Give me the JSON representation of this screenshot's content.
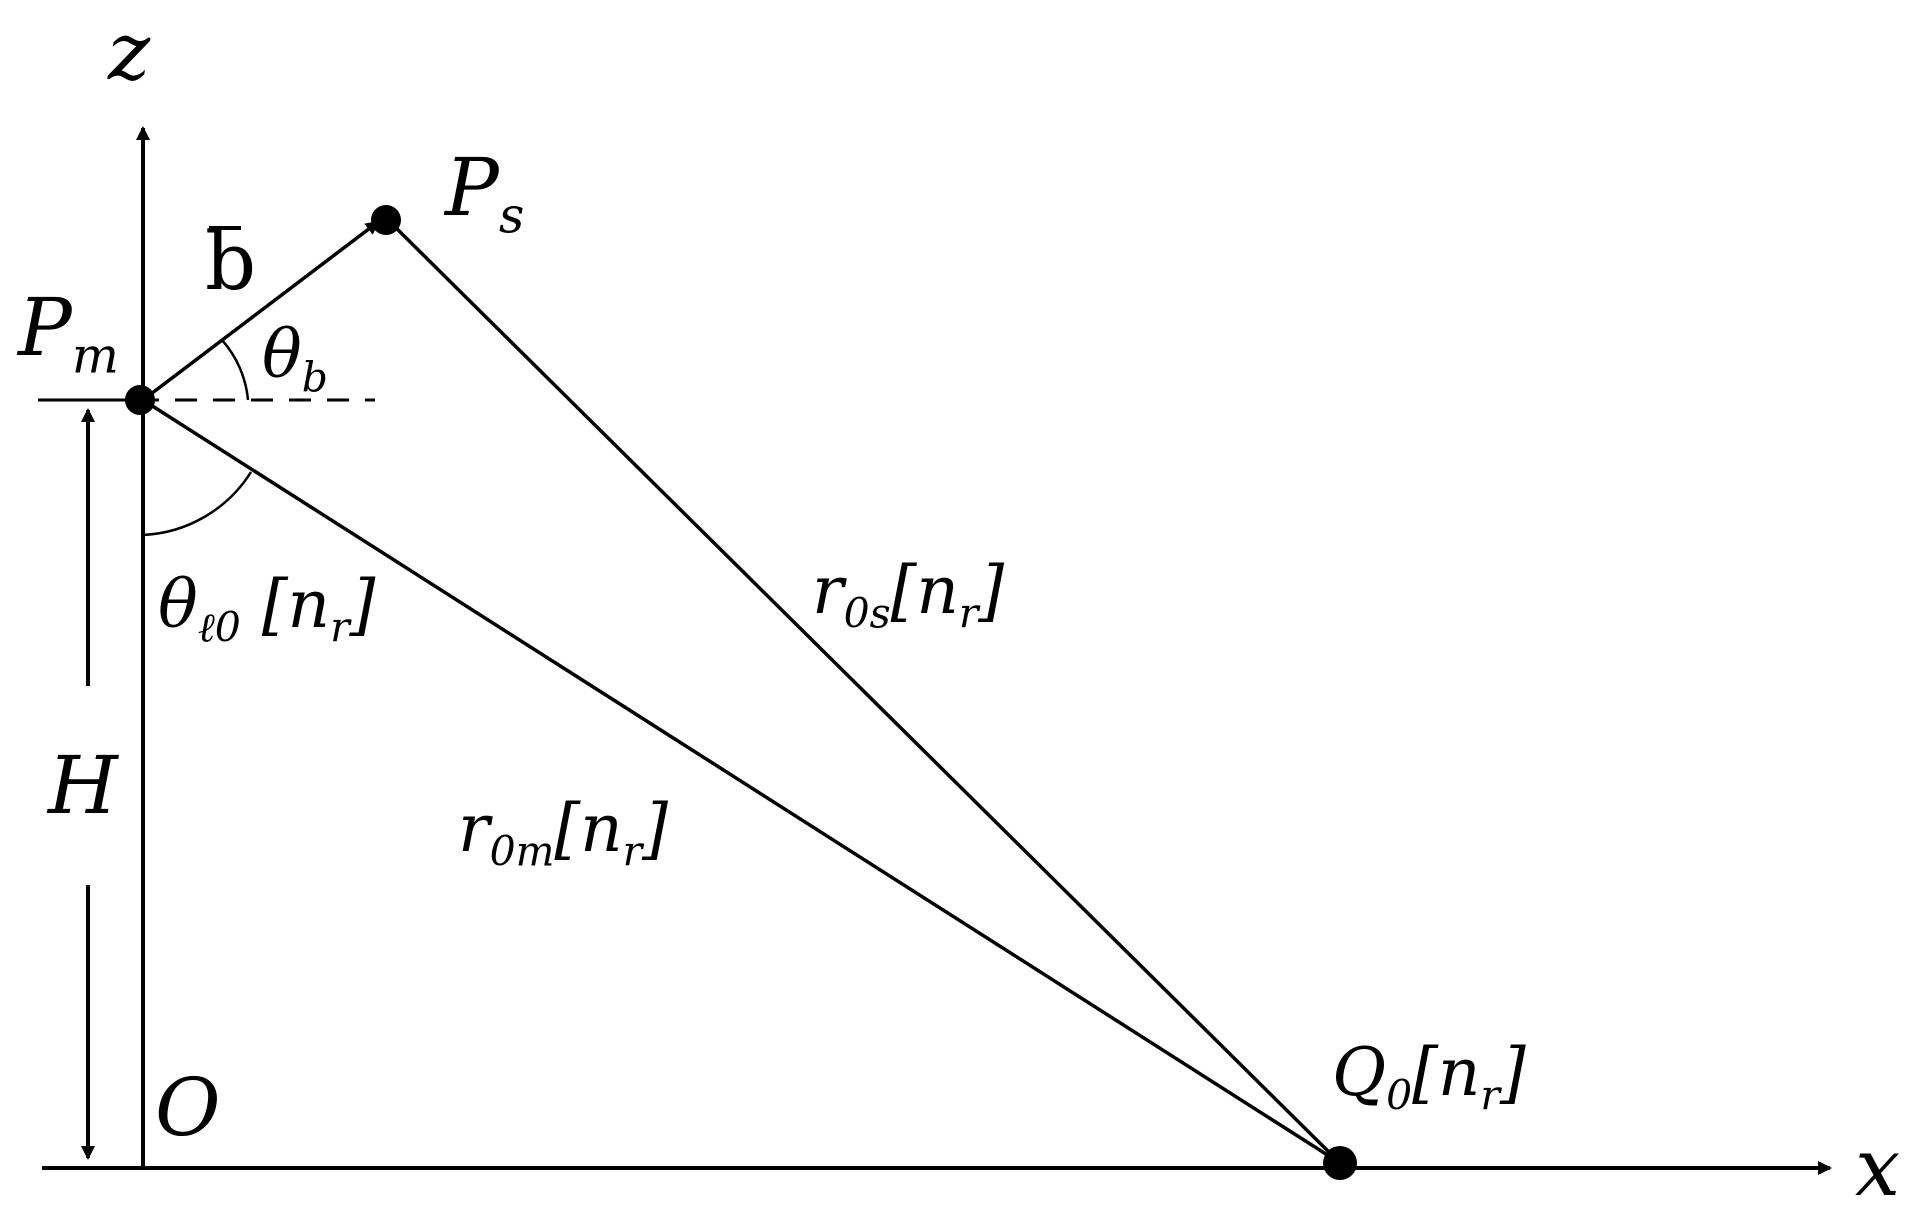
{
  "axes": {
    "z": "z",
    "x": "x",
    "origin": "O"
  },
  "points": {
    "pm": {
      "main": "P",
      "sub": "m"
    },
    "ps": {
      "main": "P",
      "sub": "s"
    },
    "q0": {
      "main": "Q",
      "sub": "0",
      "bracket": "[n",
      "bracket_sub": "r",
      "close": "]"
    }
  },
  "vector_b": "b",
  "angles": {
    "theta_b": {
      "main": "θ",
      "sub": "b"
    },
    "theta_l0": {
      "main": "θ",
      "sub": "ℓ0",
      "bracket": "[n",
      "bracket_sub": "r",
      "close": "]"
    }
  },
  "distances": {
    "r0s": {
      "main": "r",
      "sub": "0s",
      "bracket": "[n",
      "bracket_sub": "r",
      "close": "]"
    },
    "r0m": {
      "main": "r",
      "sub": "0m",
      "bracket": "[n",
      "bracket_sub": "r",
      "close": "]"
    }
  },
  "height": "H"
}
